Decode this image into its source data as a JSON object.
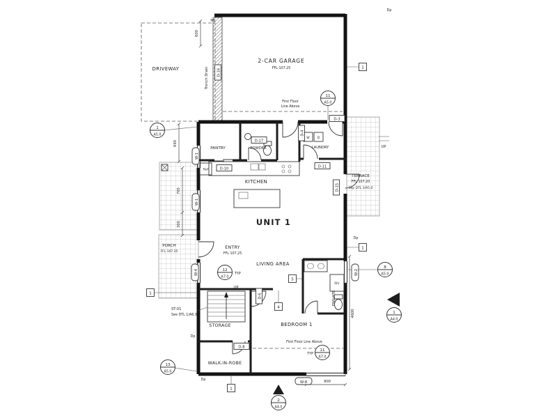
{
  "drawing": {
    "rooms": {
      "garage": "2-CAR GARAGE",
      "garage_ffl": "FFL 107.25",
      "driveway": "DRIVEWAY",
      "pantry": "PANTRY",
      "powder": "POWDER",
      "laundry": "LAUNDRY",
      "kitchen": "KITCHEN",
      "terrace": "TERRACE",
      "terrace_ffl": "FFL 107.20",
      "terrace_note": "Sep DTL 3/A5.0",
      "unit": "UNIT 1",
      "porch": "PORCH",
      "porch_ffl": "FFL 107.25",
      "entry": "ENTRY",
      "entry_ffl": "FFL 107.25",
      "living": "LIVING AREA",
      "storage": "STORAGE",
      "bedroom": "BEDROOM 1",
      "wir": "WALK-IN-ROBE",
      "ensuite": "ENSUITE"
    },
    "doors": {
      "d3": "D-3",
      "d4": "D-4",
      "d6": "D-6",
      "d8": "D-8",
      "d10": "D-10",
      "d11": "D-11",
      "d15": "D-15",
      "d16": "D-16",
      "d17": "D-17"
    },
    "windows": {
      "w1a": "W-1",
      "w1b": "W-1",
      "w2": "W-2",
      "w4": "W-4",
      "w8": "W-8"
    },
    "wall_tags": {
      "t1a": "1",
      "t1b": "1",
      "t1c": "1",
      "t1d": "1",
      "t4": "4",
      "t5": "5"
    },
    "callouts": {
      "c1": {
        "num": "1",
        "sheet": "A5.0"
      },
      "c2": {
        "num": "11",
        "sheet": "A5.0"
      },
      "c3": {
        "num": "12",
        "sheet": "A7.0"
      },
      "c4": {
        "num": "8",
        "sheet": "A5.0"
      },
      "c5": {
        "num": "11",
        "sheet": "A7.0"
      },
      "c6": {
        "num": "13",
        "sheet": "A5.0"
      },
      "c7": {
        "num": "1",
        "sheet": "A4.0"
      },
      "c8": {
        "num": "2",
        "sheet": "A4.0"
      }
    },
    "dimensions": {
      "d600": "600",
      "d690": "690",
      "d765": "765",
      "d300": "300",
      "d4600": "4600",
      "d900": "900"
    },
    "notes": {
      "trench_drain": "Trench Drain",
      "first_floor_1a": "First Floor",
      "first_floor_1b": "Line Above",
      "first_floor_2": "First Floor Line Above",
      "up_stairs": "UP",
      "up_terrace": "UP",
      "typ_a": "TYP",
      "typ_b": "TYP",
      "st01": "ST-01",
      "st01_note": "See DTL 1/A6.0",
      "mb": "Mb",
      "dp1": "Dp",
      "dp2": "Dp",
      "dp3": "Dp",
      "dp4": "Dp",
      "shr": "Shr",
      "ref": "Ref",
      "wash": "W",
      "dry": "D"
    }
  }
}
